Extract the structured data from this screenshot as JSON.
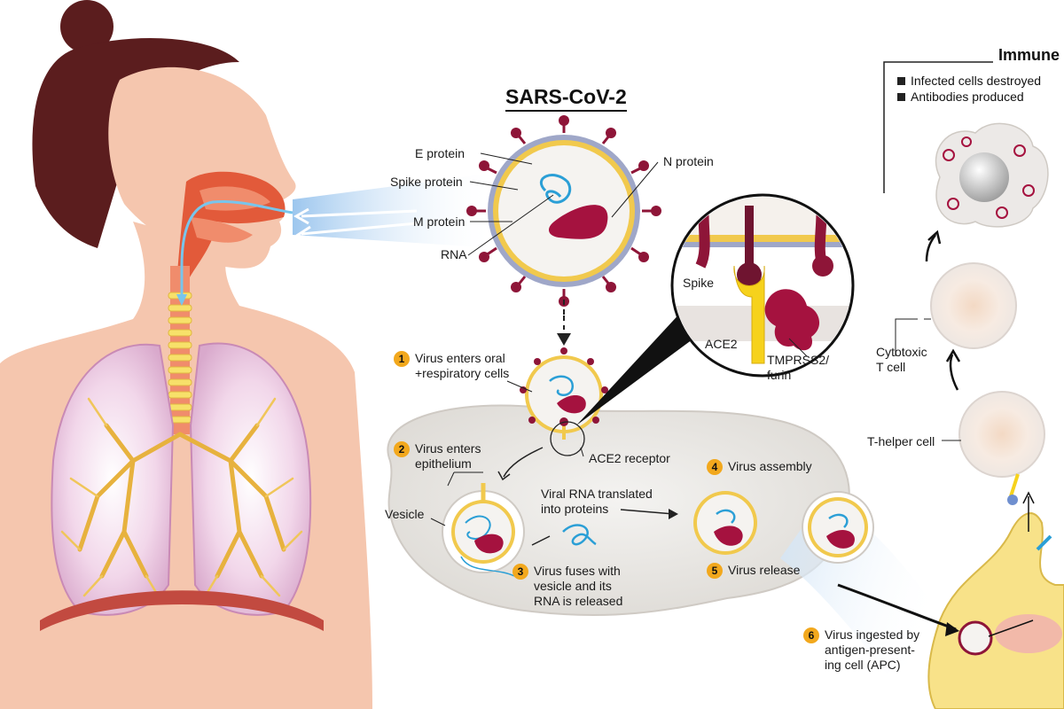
{
  "title": "SARS-CoV-2",
  "immune": {
    "title": "Immune",
    "legend": [
      "Infected cells destroyed",
      "Antibodies produced"
    ]
  },
  "virus_labels": {
    "e_protein": "E protein",
    "spike_protein": "Spike protein",
    "m_protein": "M protein",
    "rna": "RNA",
    "n_protein": "N protein"
  },
  "zoom_labels": {
    "spike": "Spike",
    "ace2": "ACE2",
    "tmprss2": "TMPRSS2/\nfurin"
  },
  "cell_labels": {
    "ace2_receptor": "ACE2 receptor",
    "vesicle": "Vesicle",
    "translation": "Viral RNA translated\ninto proteins",
    "cytotoxic": "Cytotoxic\nT cell",
    "t_helper": "T-helper cell"
  },
  "steps": [
    {
      "num": "1",
      "text": "Virus enters oral\n+respiratory cells"
    },
    {
      "num": "2",
      "text": "Virus enters\nepithelium"
    },
    {
      "num": "3",
      "text": "Virus fuses with\nvesicle and its\nRNA is released"
    },
    {
      "num": "4",
      "text": "Virus assembly"
    },
    {
      "num": "5",
      "text": "Virus release"
    },
    {
      "num": "6",
      "text": "Virus ingested by\nantigen-present-\ning cell (APC)"
    }
  ],
  "colors": {
    "spike": "#8e1538",
    "rna": "#2b9fd6",
    "n_protein": "#a5123f",
    "accent": "#f2a81d",
    "airflow": "#8fbde6"
  }
}
